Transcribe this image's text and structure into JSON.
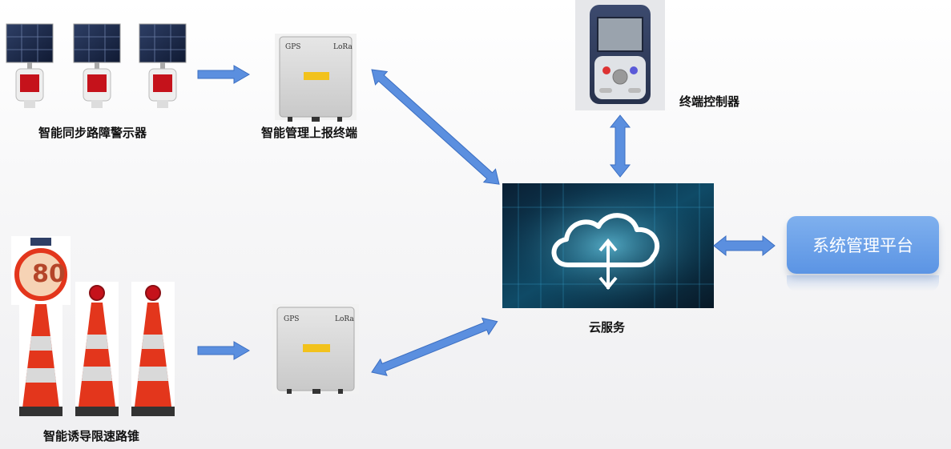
{
  "nodes": {
    "warning_lights": {
      "label": "智能同步路障警示器",
      "count": 3
    },
    "terminal_top": {
      "label": "智能管理上报终端",
      "brand_left": "GPS",
      "brand_right": "LoRa"
    },
    "terminal_bottom": {
      "brand_left": "GPS",
      "brand_right": "LoRa"
    },
    "controller": {
      "label": "终端控制器"
    },
    "cloud": {
      "label": "云服务"
    },
    "platform": {
      "label": "系统管理平台"
    },
    "cones": {
      "label": "智能诱导限速路锥",
      "speed_sign": "80",
      "count": 3
    }
  },
  "colors": {
    "arrow": "#5b8fdf",
    "arrow_stroke": "#3c6fc2",
    "cone_red": "#e3361c",
    "reflective_band": "#d9d9d9",
    "led_red": "#c5121b",
    "terminal_body": "#dcdcdc",
    "cloud_bg": "#0a2b44"
  }
}
